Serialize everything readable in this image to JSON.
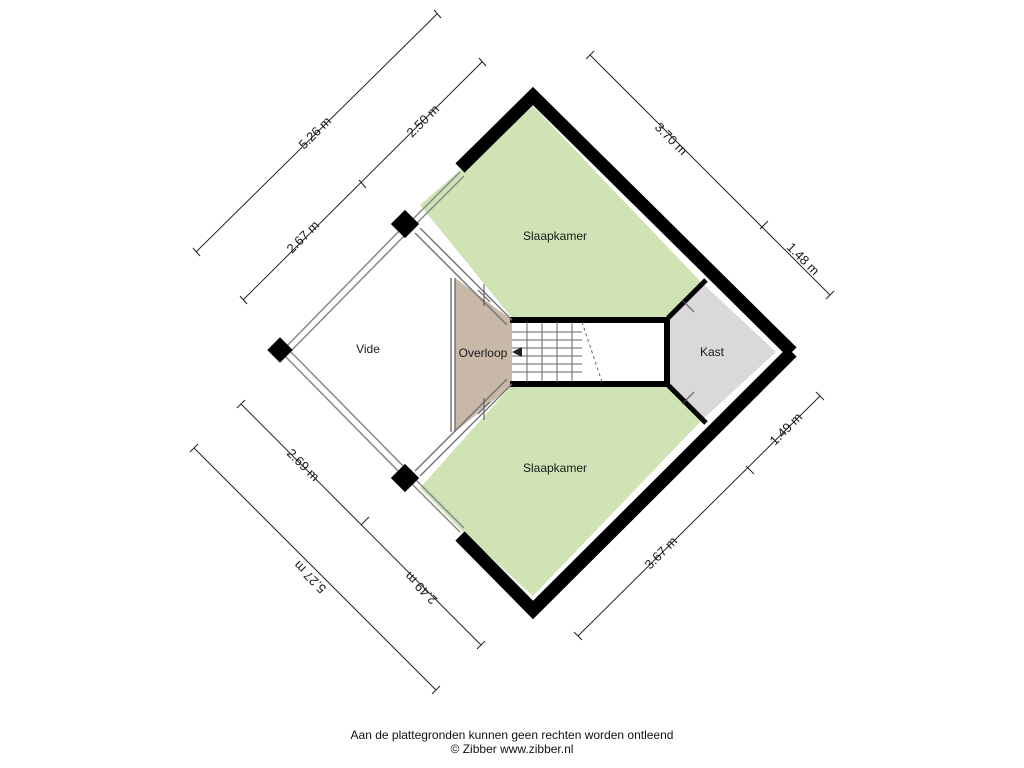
{
  "colors": {
    "bedroom": "#cfe3b5",
    "landing": "#c7b8a8",
    "closet": "#d9d9d9",
    "wall": "#000000",
    "dimension": "#222222"
  },
  "rooms": {
    "bedroom_top": "Slaapkamer",
    "bedroom_bottom": "Slaapkamer",
    "landing": "Overloop",
    "void": "Vide",
    "closet": "Kast"
  },
  "dimensions": {
    "outer_top_left": "5.26 m",
    "inner_top_left_upper": "2.50 m",
    "inner_top_left_lower": "2.67 m",
    "top_right_upper": "3.70 m",
    "top_right_lower": "1.48 m",
    "bottom_right_upper": "1.49 m",
    "bottom_right_lower": "3.67 m",
    "inner_bottom_left_upper": "2.69 m",
    "inner_bottom_left_lower": "2.49 m",
    "outer_bottom_left": "5.27 m"
  },
  "footer": {
    "disclaimer": "Aan de plattegronden kunnen geen rechten worden ontleend",
    "copyright": "© Zibber www.zibber.nl"
  }
}
